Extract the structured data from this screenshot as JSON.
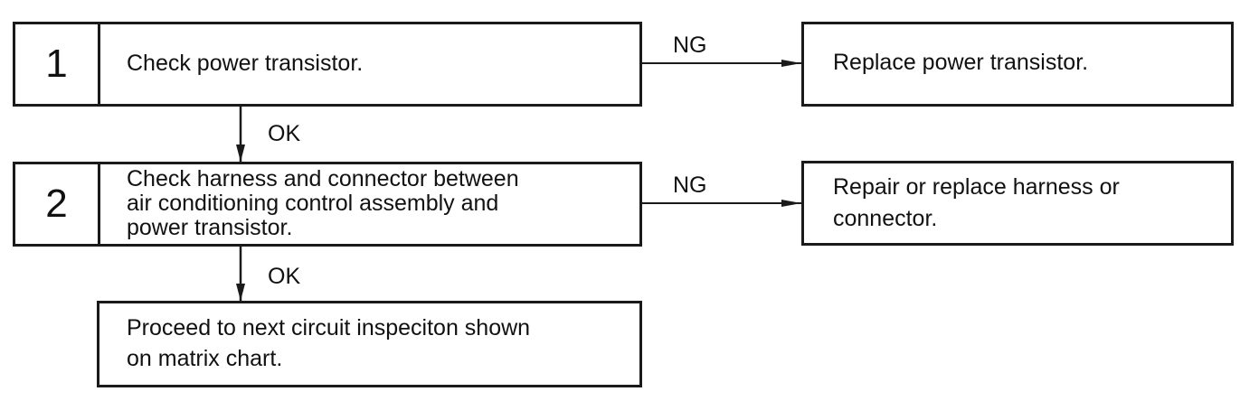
{
  "steps": [
    {
      "number": "1",
      "text": "Check power transistor."
    },
    {
      "number": "2",
      "text_lines": [
        "Check harness and connector between",
        "air conditioning control assembly and",
        "power transistor."
      ]
    }
  ],
  "results": {
    "step1_ng": {
      "label": "NG",
      "action": "Replace power transistor."
    },
    "step1_ok": {
      "label": "OK"
    },
    "step2_ng": {
      "label": "NG",
      "action_lines": [
        "Repair or replace harness or",
        "connector."
      ]
    },
    "step2_ok": {
      "label": "OK"
    }
  },
  "final": {
    "text_lines": [
      "Proceed to next circuit inspeciton shown",
      "on matrix chart."
    ]
  }
}
